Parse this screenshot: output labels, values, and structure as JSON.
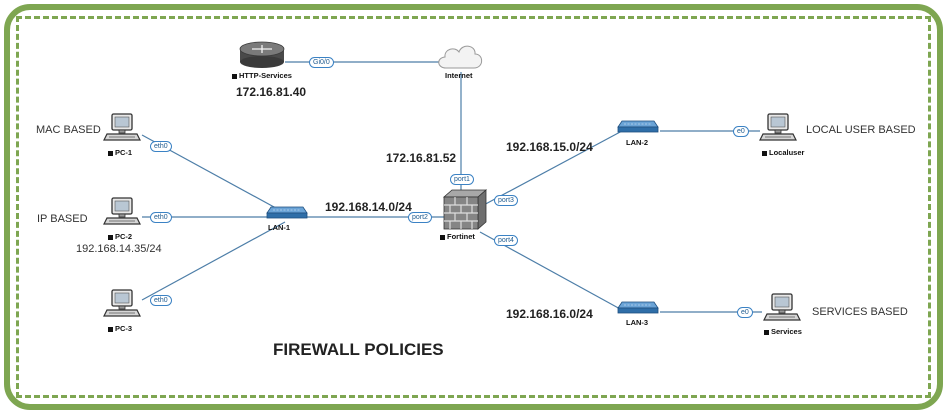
{
  "title": "FIREWALL POLICIES",
  "nodes": {
    "http_services": {
      "label": "HTTP-Services",
      "ip": "172.16.81.40"
    },
    "internet": {
      "label": "Internet"
    },
    "fortinet": {
      "label": "Fortinet",
      "ip": "172.16.81.52"
    },
    "pc1": {
      "label": "PC-1",
      "note": "MAC BASED"
    },
    "pc2": {
      "label": "PC-2",
      "note": "IP BASED",
      "ip": "192.168.14.35/24"
    },
    "pc3": {
      "label": "PC-3"
    },
    "lan1": {
      "label": "LAN-1"
    },
    "lan2": {
      "label": "LAN-2"
    },
    "lan3": {
      "label": "LAN-3"
    },
    "localuser": {
      "label": "Localuser",
      "note": "LOCAL USER BASED"
    },
    "services": {
      "label": "Services",
      "note": "SERVICES BASED"
    }
  },
  "networks": {
    "lan1_net": "192.168.14.0/24",
    "lan2_net": "192.168.15.0/24",
    "lan3_net": "192.168.16.0/24"
  },
  "ports": {
    "router_gi": "Gi0/0",
    "pc1_eth": "eth0",
    "pc2_eth": "eth0",
    "pc3_eth": "eth0",
    "fw_port1": "port1",
    "fw_port2": "port2",
    "fw_port3": "port3",
    "fw_port4": "port4",
    "localuser_e": "e0",
    "services_e": "e0"
  },
  "colors": {
    "frame": "#7ea651",
    "switch": "#3a7cb8",
    "link": "#4d7ea8",
    "port_border": "#3b82c4"
  }
}
